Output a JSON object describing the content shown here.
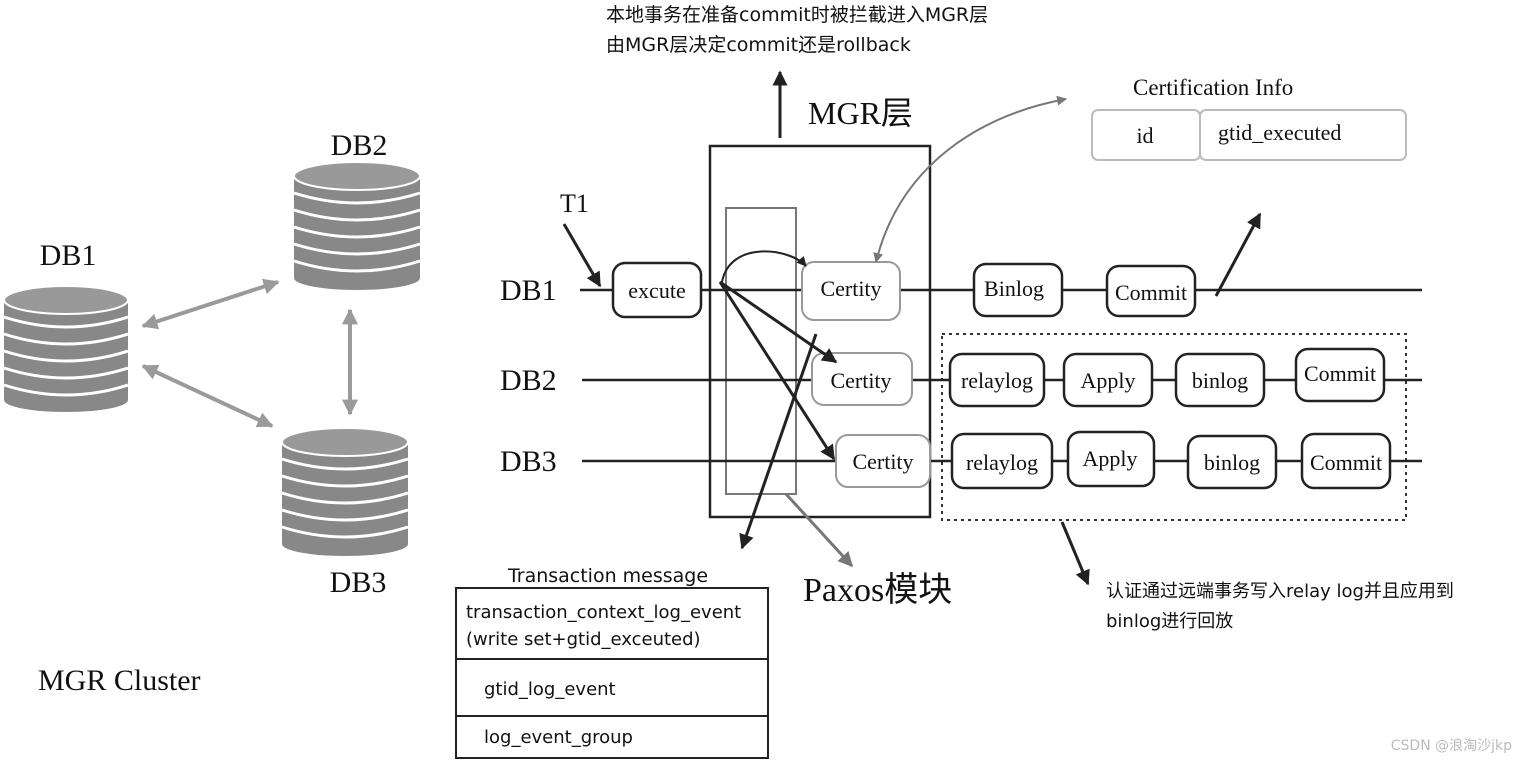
{
  "annotations": {
    "top_note_line1": "本地事务在准备commit时被拦截进入MGR层",
    "top_note_line2": "由MGR层决定commit还是rollback",
    "mgr_layer": "MGR层",
    "paxos": "Paxos模块",
    "bottom_note_line1": "认证通过远端事务写入relay log并且应用到",
    "bottom_note_line2": "binlog进行回放",
    "watermark": "CSDN @浪淘沙jkp"
  },
  "cluster": {
    "db1": "DB1",
    "db2": "DB2",
    "db3": "DB3",
    "caption": "MGR Cluster"
  },
  "cert_info": {
    "title": "Certification Info",
    "col_id": "id",
    "col_gtid": "gtid_executed"
  },
  "flow": {
    "t1": "T1",
    "rows": [
      {
        "label": "DB1",
        "steps": [
          "excute",
          "Certity",
          "Binlog",
          "Commit"
        ]
      },
      {
        "label": "DB2",
        "steps": [
          "Certity",
          "relaylog",
          "Apply",
          "binlog",
          "Commit"
        ]
      },
      {
        "label": "DB3",
        "steps": [
          "Certity",
          "relaylog",
          "Apply",
          "binlog",
          "Commit"
        ]
      }
    ]
  },
  "transaction_message": {
    "title": "Transaction message",
    "row1_line1": "transaction_context_log_event",
    "row1_line2": "(write set+gtid_exceuted)",
    "row2": "gtid_log_event",
    "row3": "log_event_group"
  },
  "colors": {
    "db_icon": "#888888",
    "db_arrow": "#9a9a9a",
    "line": "#222222",
    "cert_arrow": "#777777"
  }
}
